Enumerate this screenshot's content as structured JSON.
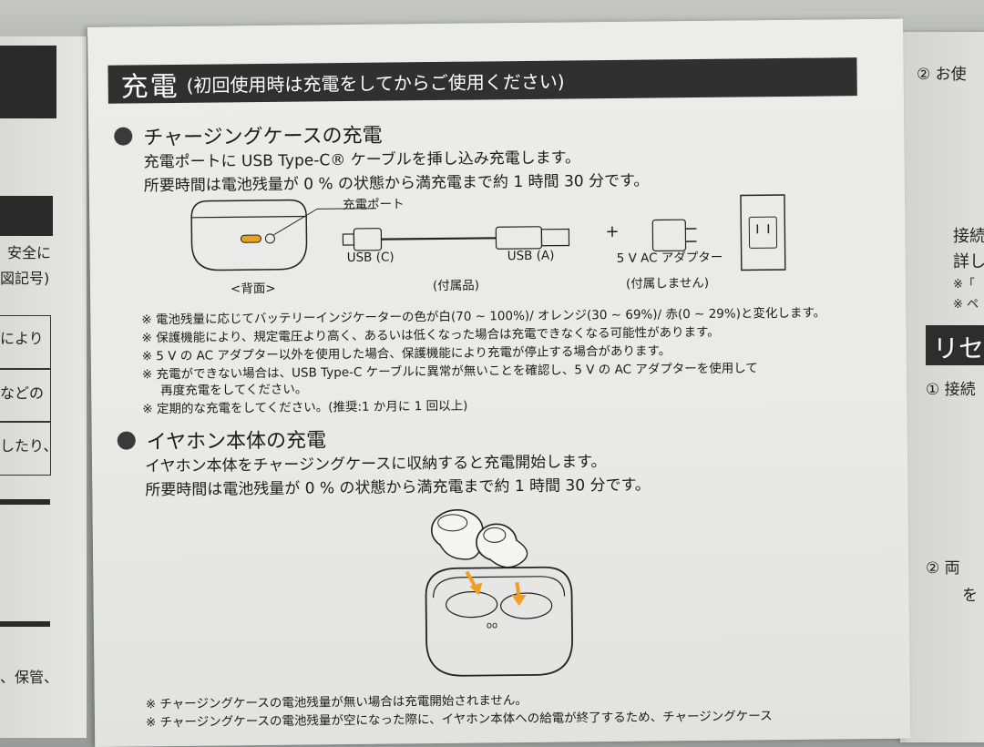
{
  "left_page": {
    "lines": [
      "安全に",
      "図記号)",
      "により",
      "などの",
      "したり、",
      "、保管、"
    ]
  },
  "header": {
    "title": "充電",
    "subtitle": "(初回使用時は充電をしてからご使用ください)"
  },
  "section_case": {
    "title": "チャージングケースの充電",
    "line1": "充電ポートに USB Type-C® ケーブルを挿し込み充電します。",
    "line2": "所要時間は電池残量が 0 % の状態から満充電まで約 1 時間 30 分です。"
  },
  "diagram": {
    "port_label": "充電ポート",
    "back_label": "<背面>",
    "usb_c_label": "USB (C)",
    "usb_a_label": "USB (A)",
    "included_label": "(付属品)",
    "plus": "+",
    "adapter_label": "5 V AC アダプター",
    "not_included_label": "(付属しません)"
  },
  "notes_case": [
    "※ 電池残量に応じてバッテリーインジケーターの色が白(70 ~ 100%)/ オレンジ(30 ~ 69%)/ 赤(0 ~ 29%)と変化します。",
    "※ 保護機能により、規定電圧より高く、あるいは低くなった場合は充電できなくなる可能性があります。",
    "※ 5 V の AC アダプター以外を使用した場合、保護機能により充電が停止する場合があります。",
    "※ 充電ができない場合は、USB Type-C ケーブルに異常が無いことを確認し、5 V の AC アダプターを使用して",
    "再度充電をしてください。",
    "※ 定期的な充電をしてください。(推奨:1 か月に 1 回以上)"
  ],
  "section_earphone": {
    "title": "イヤホン本体の充電",
    "line1": "イヤホン本体をチャージングケースに収納すると充電開始します。",
    "line2": "所要時間は電池残量が 0 % の状態から満充電まで約 1 時間 30 分です。"
  },
  "notes_earphone": [
    "※ チャージングケースの電池残量が無い場合は充電開始されません。",
    "※ チャージングケースの電池残量が空になった際に、イヤホン本体への給電が終了するため、チャージングケース"
  ],
  "right_page": {
    "item2_top": "② お使",
    "line_a": "接続",
    "line_b": "詳し",
    "note_a": "※「",
    "note_b": "※ ペ",
    "section": "リセ",
    "item1": "① 接続",
    "item2": "② 両",
    "item2b": "を"
  },
  "colors": {
    "arrow": "#f0a020",
    "title_bar": "#303030",
    "indicator": "#e8a21c"
  }
}
